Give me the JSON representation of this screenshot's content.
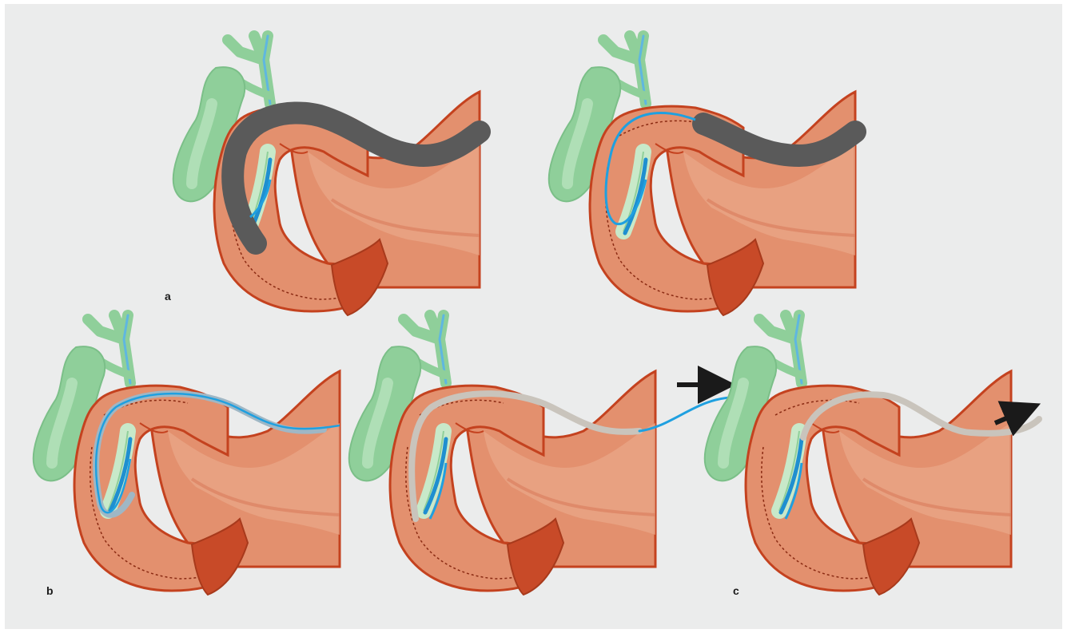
{
  "figure": {
    "panels": [
      {
        "label": "a",
        "stages": [
          "endoscope-in-duodenum",
          "endoscope-with-guidewire-in-bile-duct"
        ]
      },
      {
        "label": "b",
        "stages": [
          "catheter-over-guidewire"
        ]
      },
      {
        "label": "c",
        "stages": [
          "guidewire-withdrawn",
          "catheter-withdrawn"
        ]
      }
    ],
    "colors": {
      "background": "#ebecec",
      "duodenum_fill": "#e3906e",
      "duodenum_outline": "#c4421f",
      "duodenum_dark": "#c84a28",
      "gallbladder": "#8fcf9a",
      "bile_duct": "#5fb7e0",
      "endoscope": "#5a5a5a",
      "guidewire": "#1fa0e0",
      "catheter": "#c9c4bc",
      "arrow": "#1a1a1a"
    },
    "icons": [
      "arrow-right-icon",
      "arrow-up-right-icon"
    ]
  }
}
